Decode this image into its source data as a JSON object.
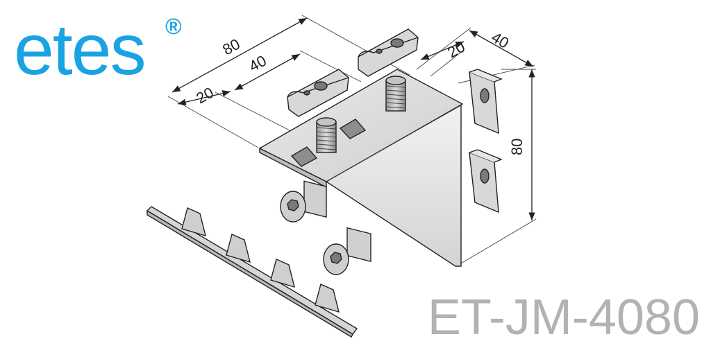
{
  "brand": {
    "logo_text": "etes",
    "registered_mark": "®",
    "color": "#1aa3e3"
  },
  "part_number": "ET-JM-4080",
  "part_number_color": "#b2b2b2",
  "dimensions": {
    "top_total": "80",
    "top_inner": "40",
    "top_offset": "20",
    "right_width": "40",
    "right_offset": "20",
    "height": "80"
  },
  "icons": [
    "bracket-icon",
    "t-nut-icon",
    "button-head-screw-icon",
    "serrated-plate-icon"
  ]
}
